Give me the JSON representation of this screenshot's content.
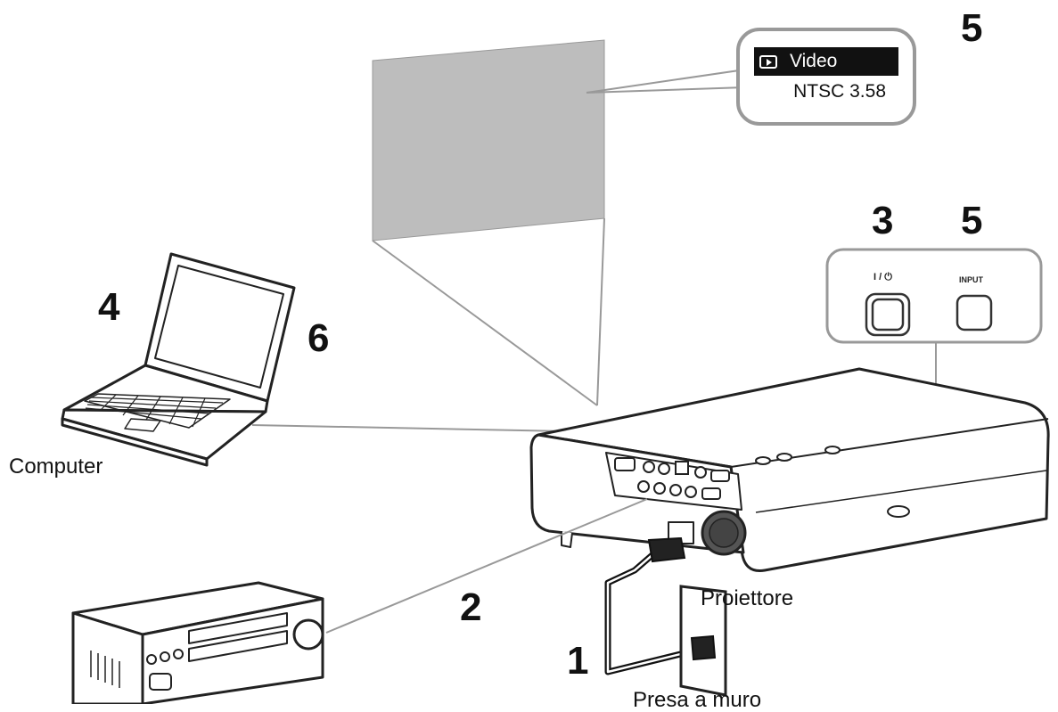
{
  "steps": {
    "osd_step": "5",
    "power_step": "3",
    "input_step": "5",
    "computer_step": "4",
    "computer_step_alt": "6",
    "av_step": "2",
    "power_cord_step": "1"
  },
  "osd": {
    "source": "Video",
    "signal": "NTSC 3.58"
  },
  "panel": {
    "power_label": "I / ⏻",
    "input_label": "INPUT"
  },
  "labels": {
    "computer": "Computer",
    "projector": "Proiettore",
    "wall_outlet": "Presa a muro"
  }
}
